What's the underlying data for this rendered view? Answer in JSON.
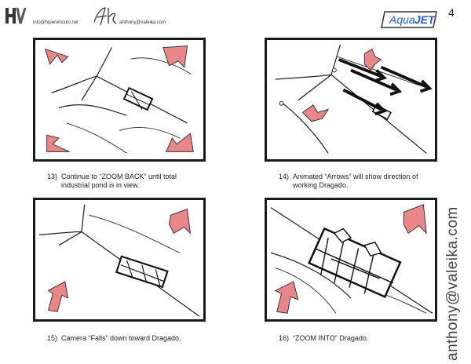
{
  "header": {
    "email_left": "info@hipervinculo.net",
    "email_right": "anthony@valeika.com",
    "brand_text": "Aqua JET",
    "brand_color": "#1f5fbf",
    "page_number": "4"
  },
  "side_email": "anthony@valeika.com",
  "arrow_color": "#e9868a",
  "frames": [
    {
      "num": "13)",
      "line1": "Continue to “ZOOM BACK” until total",
      "line2": "industrial pond is in view."
    },
    {
      "num": "14)",
      "line1": "Animated “Arrows” will show direction of",
      "line2": "working Dragado."
    },
    {
      "num": "15)",
      "line1": "Camera “Falls” down toward Dragado.",
      "line2": ""
    },
    {
      "num": "16)",
      "line1": "“ZOOM INTO” Dragado.",
      "line2": ""
    }
  ]
}
